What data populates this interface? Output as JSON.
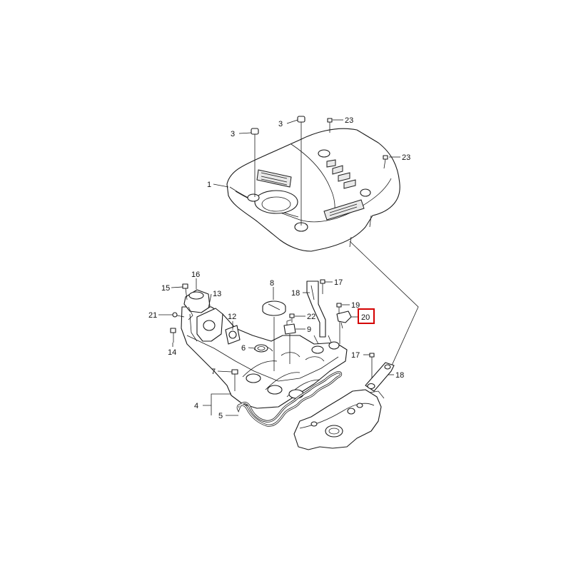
{
  "callouts": [
    {
      "id": "c1",
      "text": "1"
    },
    {
      "id": "c3a",
      "text": "3"
    },
    {
      "id": "c3b",
      "text": "3"
    },
    {
      "id": "c23a",
      "text": "23"
    },
    {
      "id": "c23b",
      "text": "23"
    },
    {
      "id": "c16",
      "text": "16"
    },
    {
      "id": "c15",
      "text": "15"
    },
    {
      "id": "c13",
      "text": "13"
    },
    {
      "id": "c21",
      "text": "21"
    },
    {
      "id": "c12",
      "text": "12"
    },
    {
      "id": "c14",
      "text": "14"
    },
    {
      "id": "c8",
      "text": "8"
    },
    {
      "id": "c22",
      "text": "22"
    },
    {
      "id": "c9",
      "text": "9"
    },
    {
      "id": "c6",
      "text": "6"
    },
    {
      "id": "c17a",
      "text": "17"
    },
    {
      "id": "c18a",
      "text": "18"
    },
    {
      "id": "c19",
      "text": "19"
    },
    {
      "id": "c20",
      "text": "20"
    },
    {
      "id": "c17b",
      "text": "17"
    },
    {
      "id": "c18b",
      "text": "18"
    },
    {
      "id": "c7",
      "text": "7"
    },
    {
      "id": "c4",
      "text": "4"
    },
    {
      "id": "c5",
      "text": "5"
    }
  ],
  "highlighted_part": "20",
  "highlight_color": "#d40000",
  "line_color": "#1a1a1a"
}
